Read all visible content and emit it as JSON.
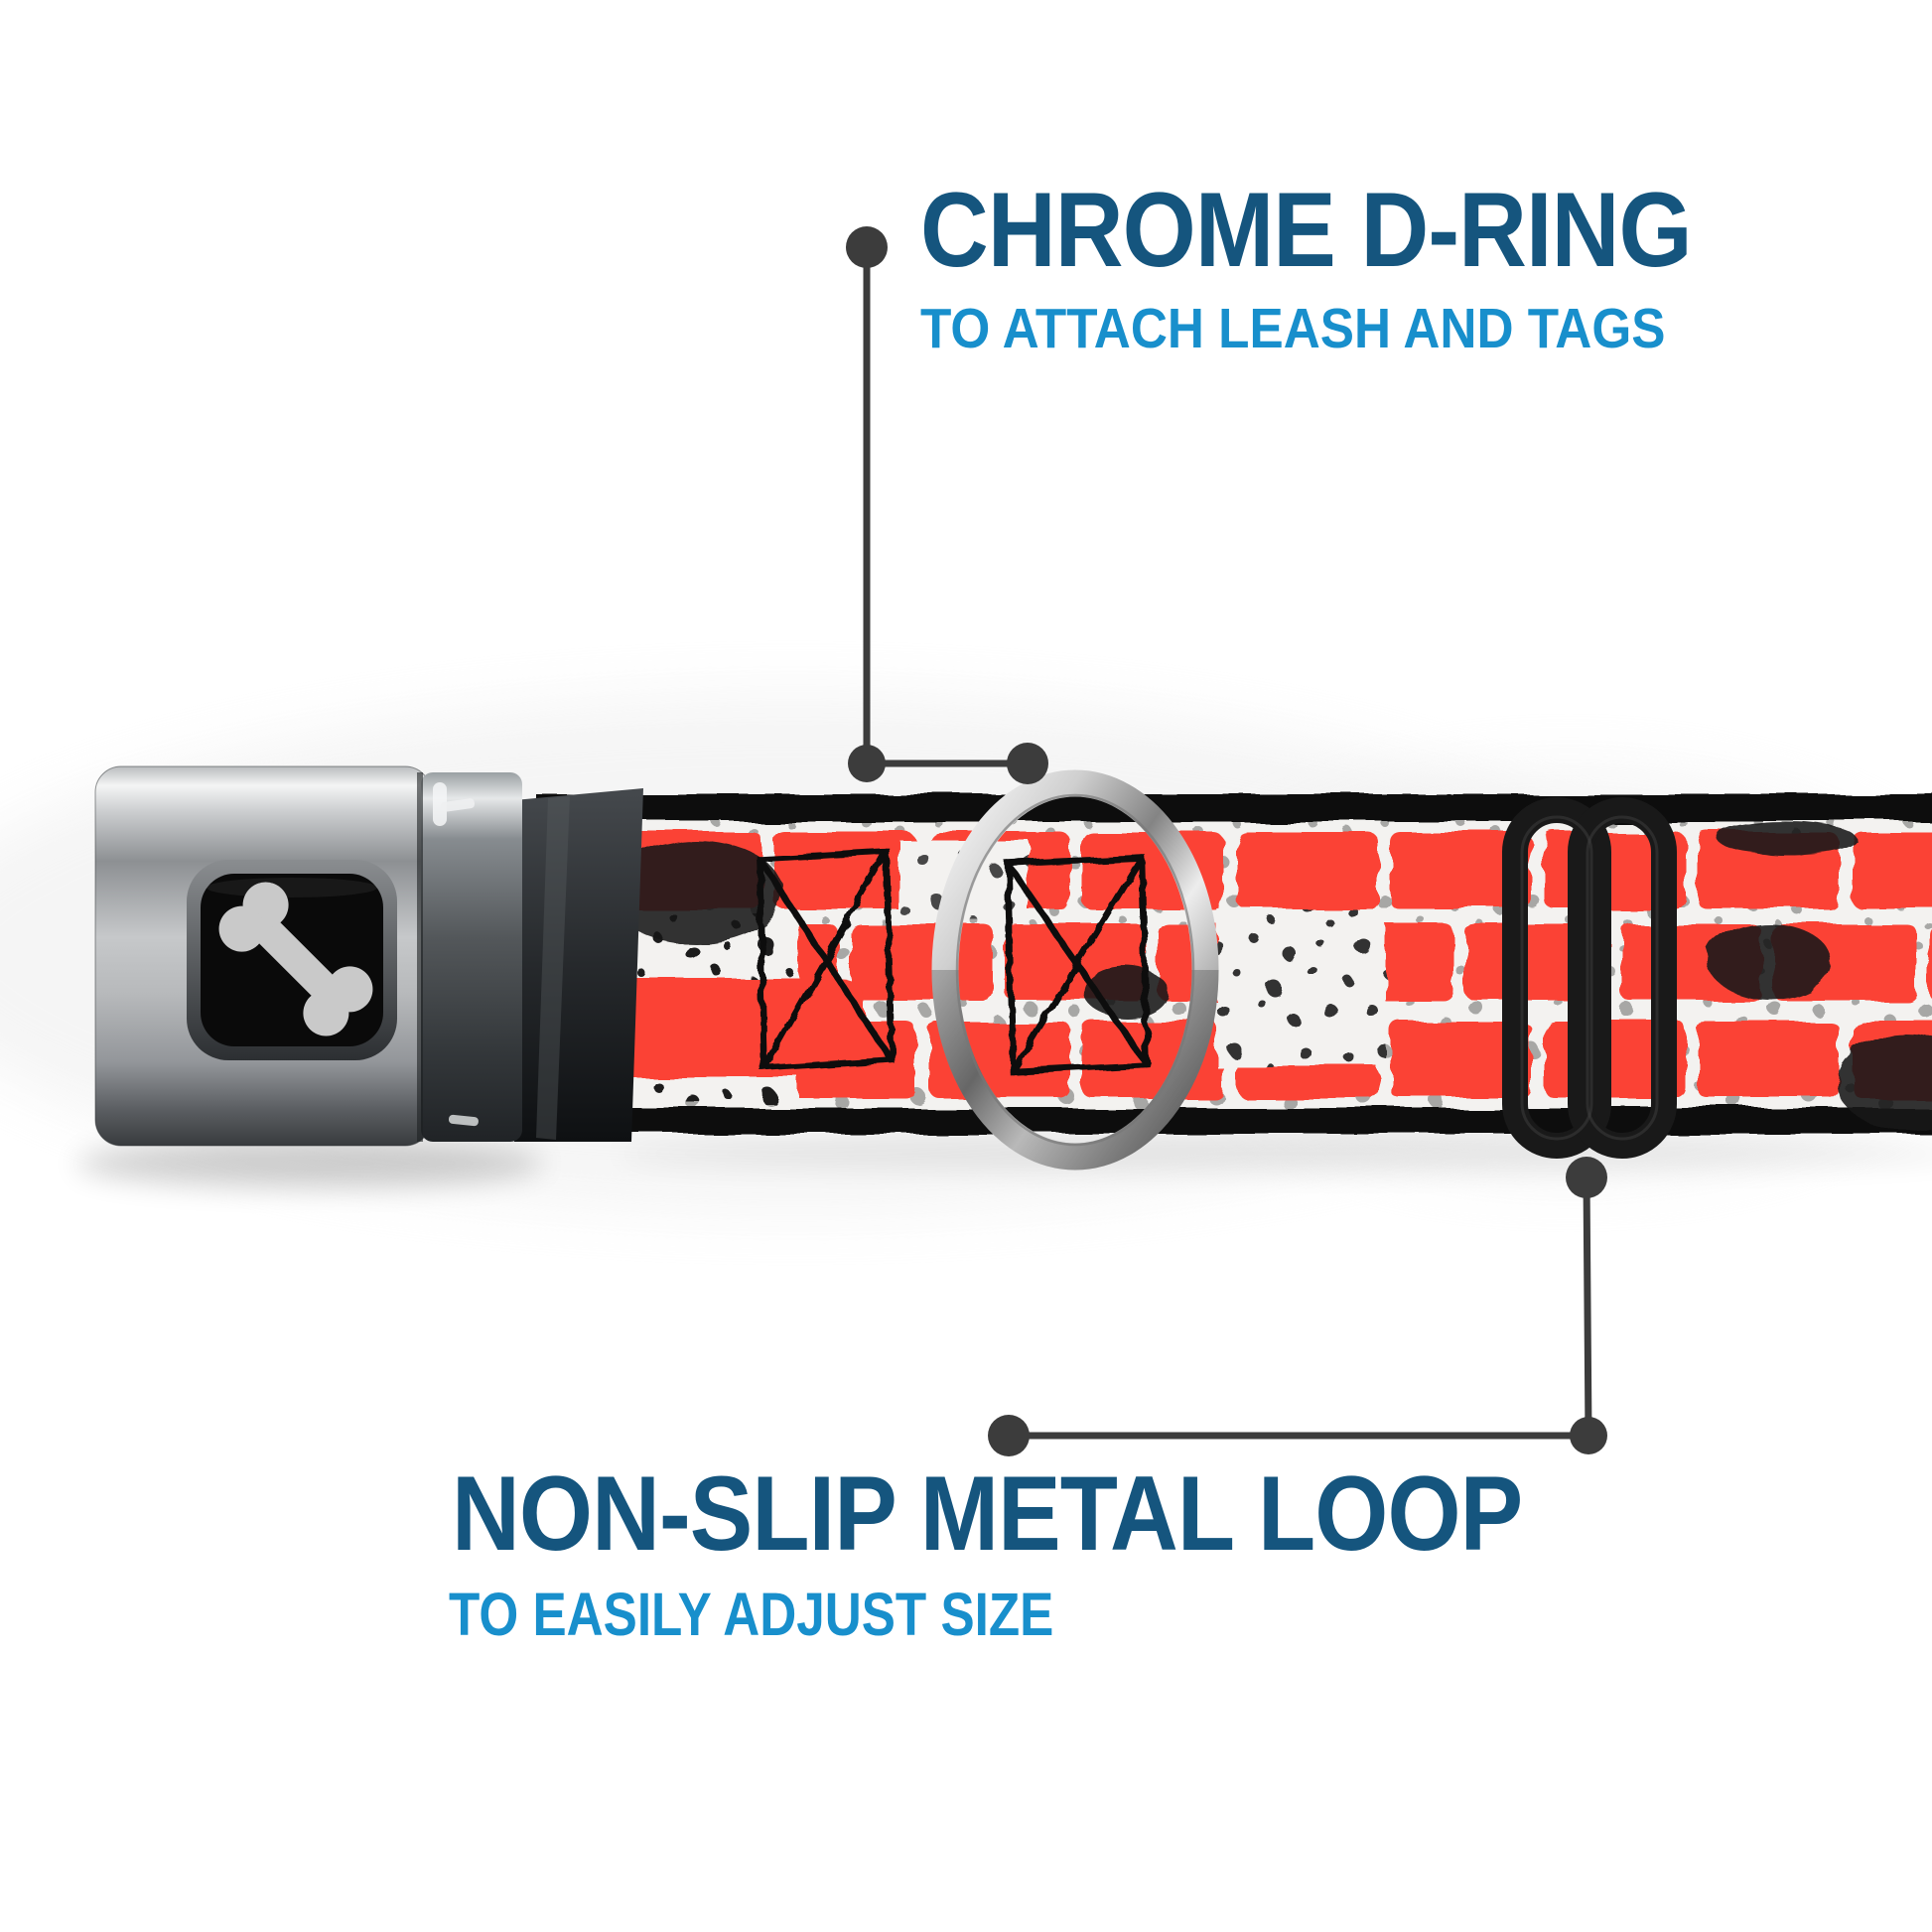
{
  "annotations": {
    "top": {
      "heading": "CHROME D-RING",
      "subheading": "TO ATTACH LEASH AND TAGS"
    },
    "bottom": {
      "heading": "NON-SLIP METAL LOOP",
      "subheading": "TO EASILY ADJUST SIZE"
    }
  },
  "colors": {
    "heading_navy": "#15557E",
    "subheading_azure": "#188FCC",
    "callout_gray": "#3C3C3C",
    "brick_red": "#FB4334",
    "ink_black": "#121212",
    "mortar_white": "#F3F2F0",
    "chrome_light": "#F4F5F5",
    "chrome_dark": "#34373A",
    "bone_gray": "#C9C9C9",
    "background": "#FFFFFF"
  },
  "icons": {
    "buckle_logo": "bone-icon"
  }
}
